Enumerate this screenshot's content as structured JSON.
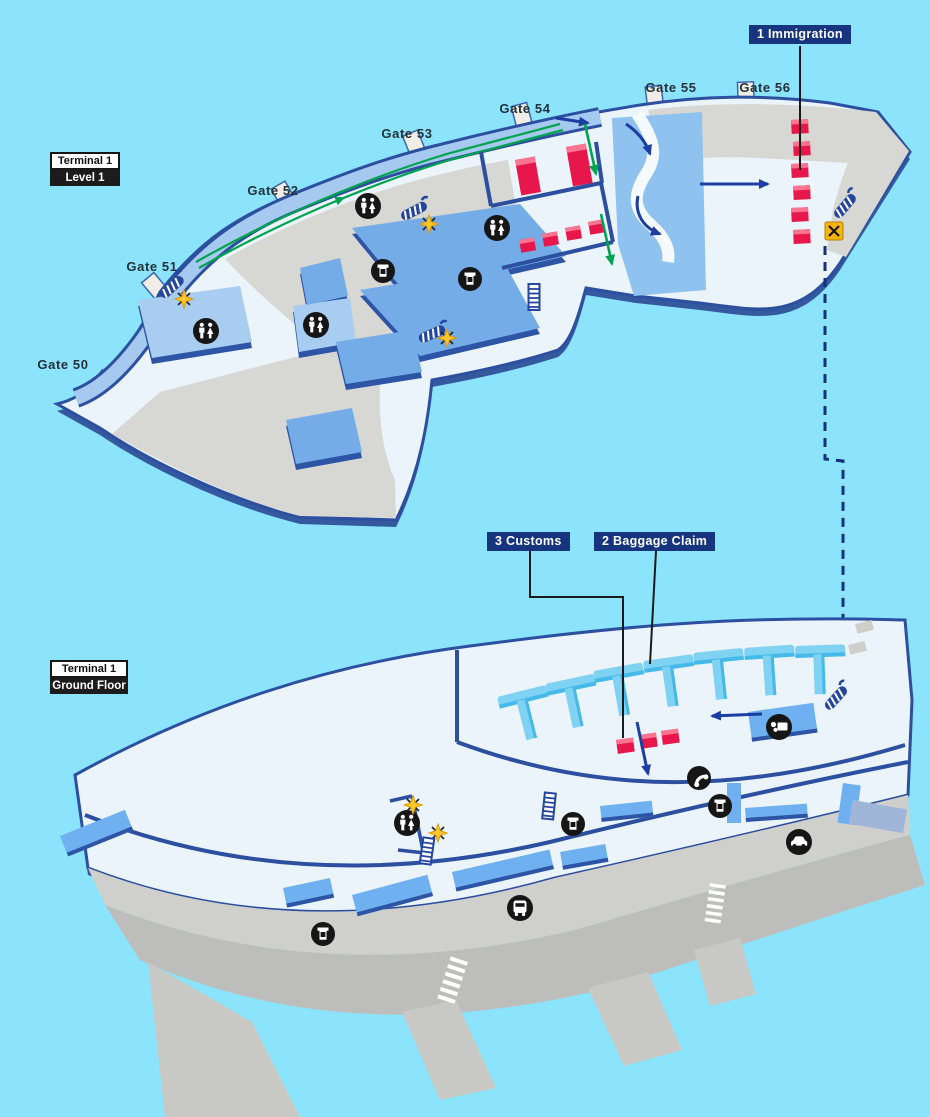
{
  "level1": {
    "terminal": "Terminal 1",
    "level": "Level 1",
    "gates": [
      "Gate 50",
      "Gate 51",
      "Gate 52",
      "Gate 53",
      "Gate 54",
      "Gate 55",
      "Gate 56"
    ],
    "annotation_immigration": "1 Immigration"
  },
  "ground_floor": {
    "terminal": "Terminal 1",
    "level": "Ground Floor",
    "annotation_customs": "3 Customs",
    "annotation_baggage": "2 Baggage Claim"
  },
  "icons": {
    "restroom": "restroom-icon",
    "payphone": "payphone-icon",
    "telephone": "telephone-icon",
    "currency_exchange": "currency-exchange-icon",
    "bus": "bus-icon",
    "car": "car-icon",
    "escalator": "escalator-icon",
    "stairs": "stairs-icon",
    "closed_x": "closed-x-icon",
    "sparkle": "sparkle-marker-icon"
  },
  "colors": {
    "background_cyan": "#8BE4FB",
    "floor": "#EBF4FB",
    "structure_navy": "#2D4FA0",
    "room_blue": "#74ACE8",
    "room_light_blue": "#A9CCF1",
    "queue_blue": "#8FC2EF",
    "carousel_cyan": "#7FD2F2",
    "counter_pink": "#E8174B",
    "walkway_green": "#00A44F",
    "arrow_navy": "#1C3EA3",
    "label_navy": "#17357E",
    "highlight_yellow": "#FFC72C",
    "apron_gray": "#D7D7D3",
    "road_gray": "#BDBDBB"
  }
}
